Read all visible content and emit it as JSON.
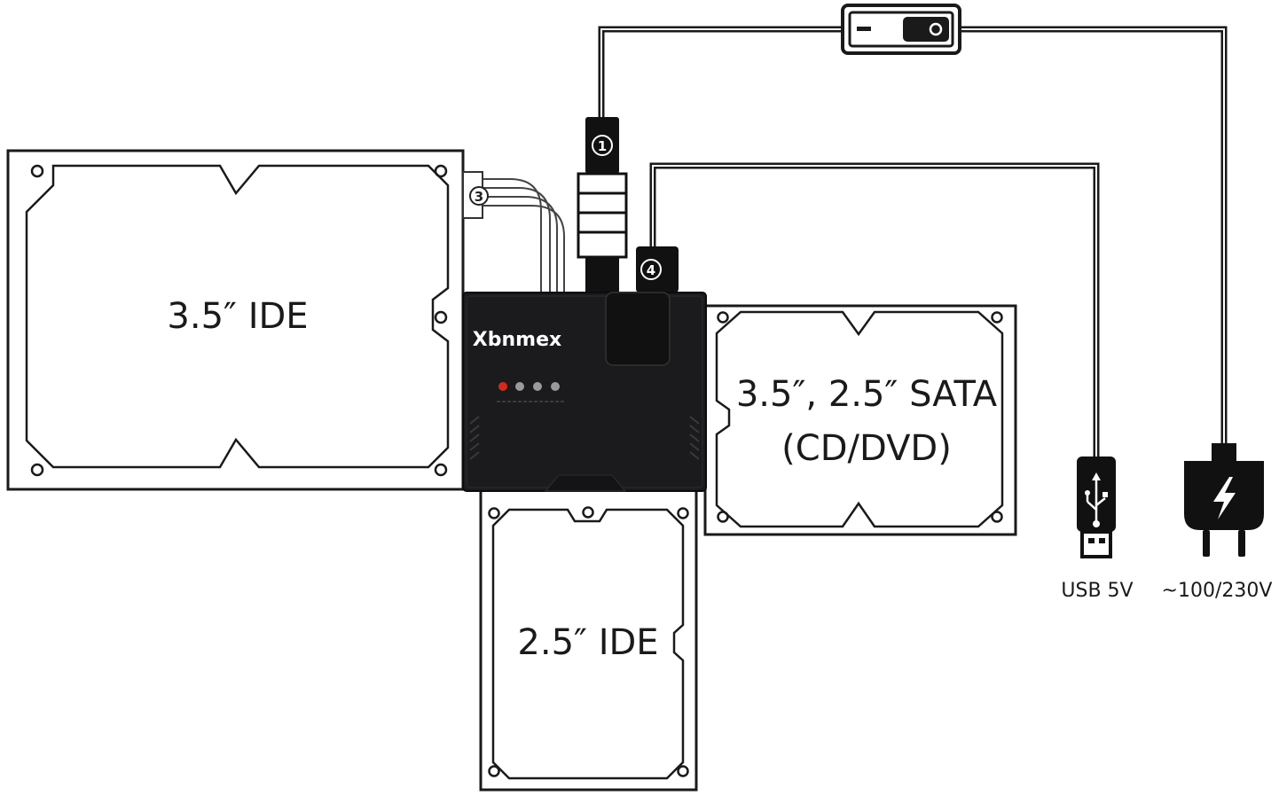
{
  "drives": {
    "ide35": {
      "label": "3.5″ IDE"
    },
    "sata": {
      "line1": "3.5″, 2.5″ SATA",
      "line2": "(CD/DVD)"
    },
    "ide25": {
      "label": "2.5″ IDE"
    }
  },
  "adapter": {
    "brand": "Xbnmex",
    "led_colors": [
      "#d42a1e",
      "#9a9a9a",
      "#9a9a9a",
      "#9a9a9a"
    ]
  },
  "connectors": {
    "power": "1",
    "ide_cable": "3",
    "usb": "4"
  },
  "plugs": {
    "usb": "USB 5V",
    "power": "~100/230V"
  },
  "icons": [
    "usb-icon",
    "power-plug-icon",
    "lightning-bolt-icon",
    "power-switch-icon"
  ]
}
